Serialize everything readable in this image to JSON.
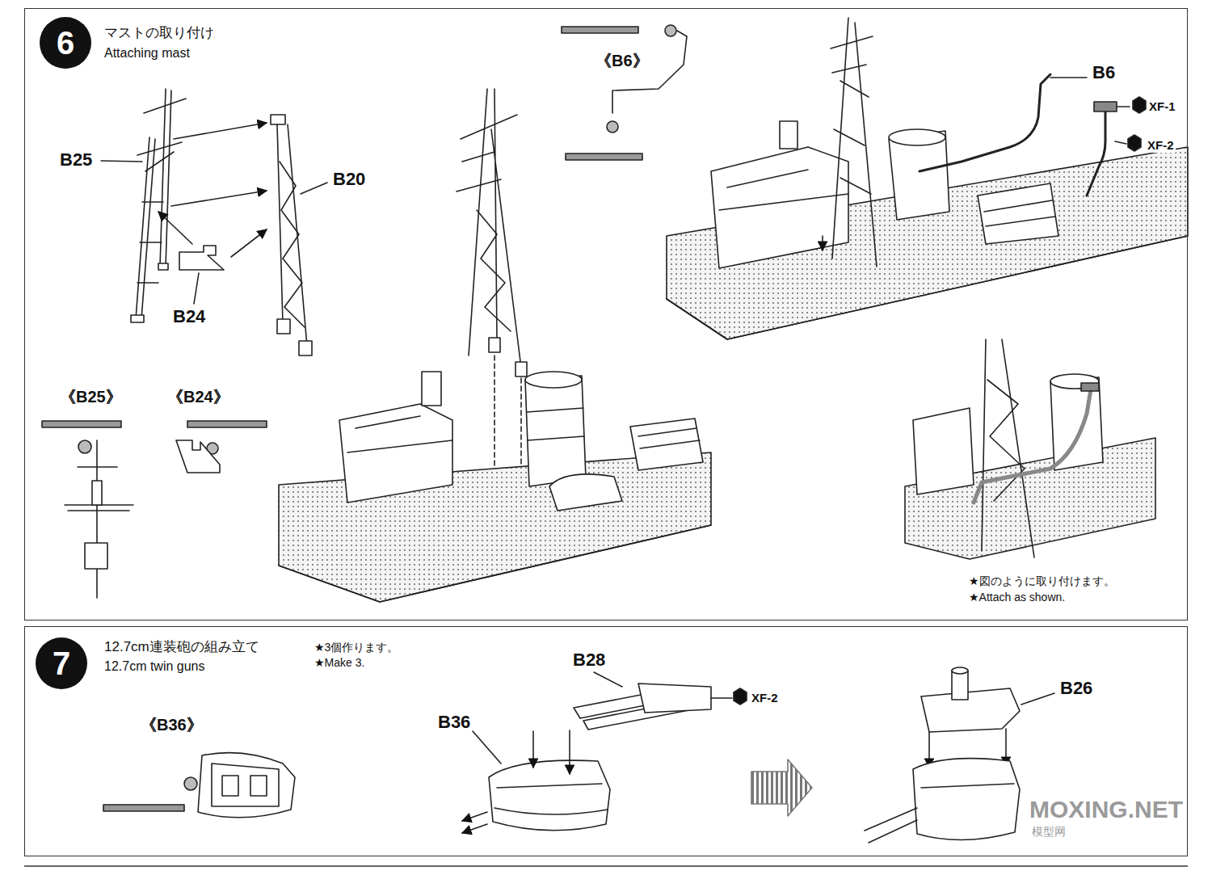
{
  "diagram": {
    "nodes": [
      {
        "text": [
          "マストの取り付け",
          "Attaching mast"
        ]
      },
      {
        "text": [
          "6"
        ],
        "in": 0
      },
      {
        "text": [
          "12.7cm連装砲の組み立て",
          "12.7cm twin guns",
          "★3個作ります。",
          "★Make 3."
        ]
      },
      {
        "text": [
          "7"
        ],
        "in": 2
      }
    ],
    "labels": [
      "B25",
      "B20",
      "B24",
      "《B25》",
      "《B24》",
      "《B6》",
      "B6",
      "XF-1",
      "XF-2",
      "★図のように取り付けます。",
      "★Attach as shown.",
      "《B36》",
      "B36",
      "B28",
      "XF-2",
      "B26",
      "MOXING.NET",
      "模型网"
    ]
  }
}
